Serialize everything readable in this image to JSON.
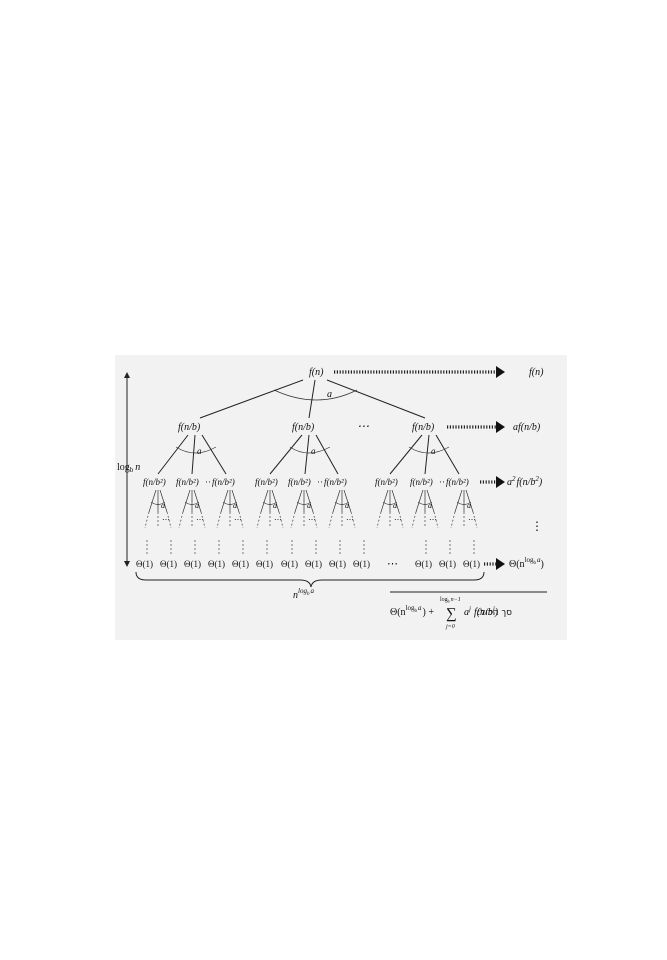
{
  "tree": {
    "root_label": "f(n)",
    "level1_label": "f(n/b)",
    "level2_label": "f(n/b²)",
    "leaf_label": "Θ(1)",
    "branch_label": "a",
    "ellipsis": "⋯",
    "level2_gap": "··"
  },
  "left_axis": {
    "label_base": "log",
    "label_sub": "b",
    "label_arg": "n"
  },
  "bottom_brace": {
    "base": "n",
    "exponent": "log",
    "exp_sub": "b",
    "exp_arg": "a"
  },
  "row_sums": {
    "row0": "f(n)",
    "row1": "af(n/b)",
    "row2_a": "a",
    "row2_sup": "2",
    "row2_rest": "f(n/b",
    "row2_sup2": "2",
    "row2_close": ")",
    "row3_pre": "Θ(n",
    "row3_exp": "log",
    "row3_exp_sub": "b",
    "row3_exp_arg": "a",
    "row3_close": ")",
    "vdots": "⋮"
  },
  "total": {
    "hebrew_label": "סך הכול:",
    "theta_pre": "Θ(n",
    "theta_exp": "log",
    "theta_exp_sub": "b",
    "theta_exp_arg": "a",
    "theta_close": ") +",
    "sigma": "∑",
    "sum_upper": "log",
    "sum_upper_sub": "b",
    "sum_upper_rest": "n−1",
    "sum_lower": "j=0",
    "term_a": "a",
    "term_a_sup": "j",
    "term_f": "f(n/b",
    "term_sup": "j",
    "term_close": ")"
  }
}
